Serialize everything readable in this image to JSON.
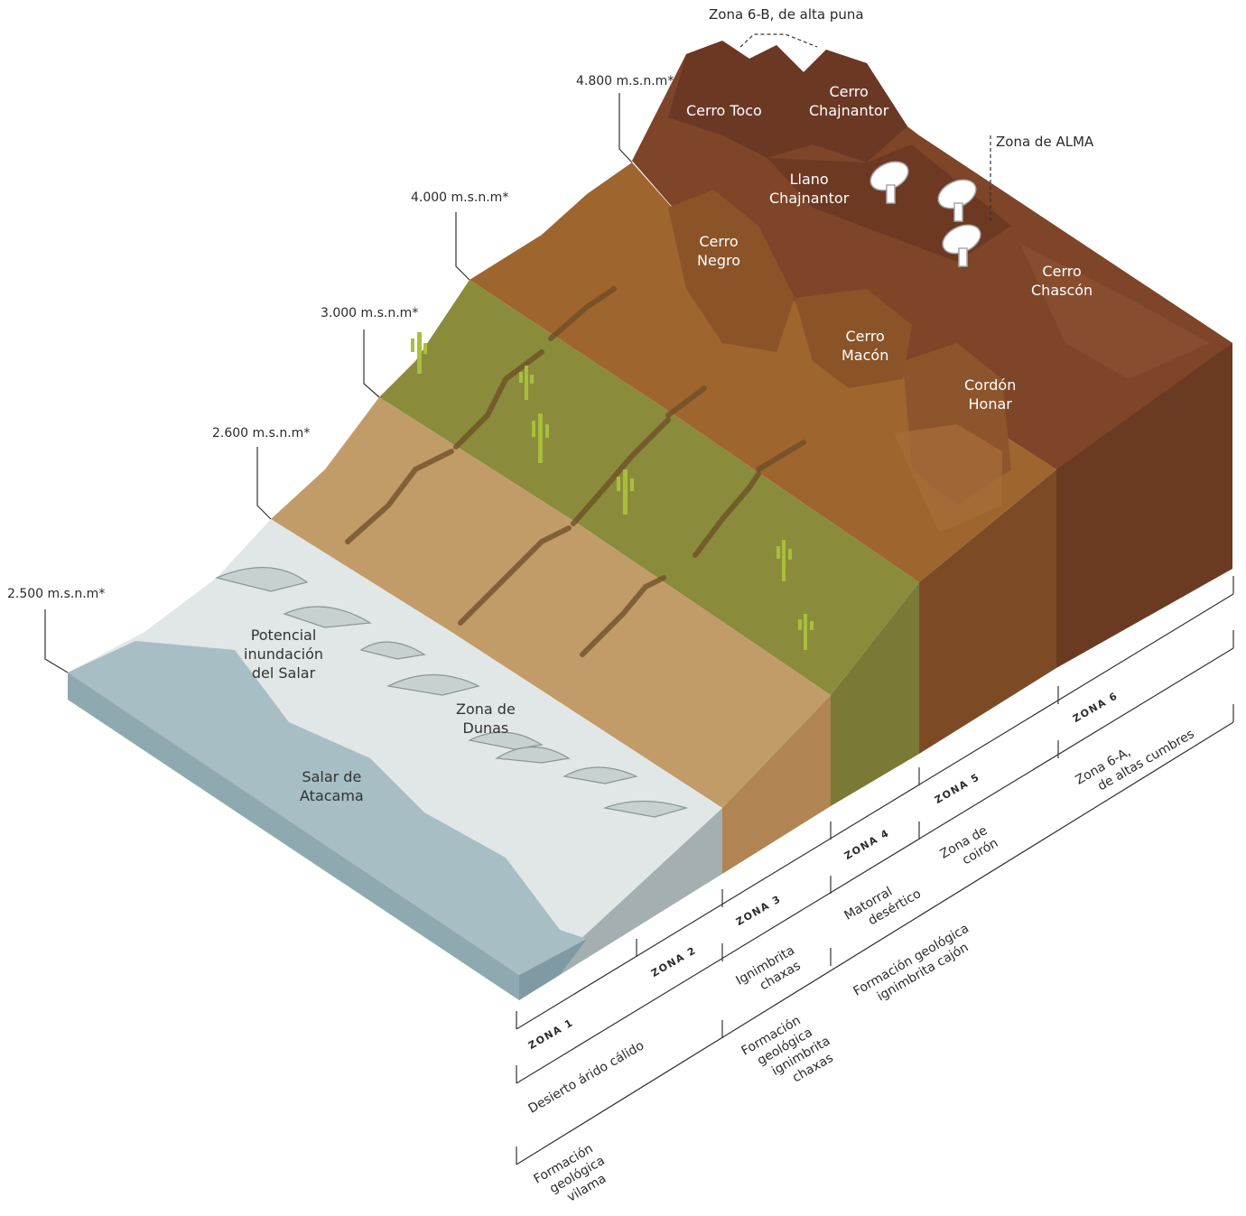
{
  "title": "Zona 6-B, de alta puna",
  "alma_zone": {
    "prefix": "Zona de ",
    "name": "ALMA"
  },
  "altitudes": [
    "2.500 m.s.n.m*",
    "2.600 m.s.n.m*",
    "3.000 m.s.n.m*",
    "4.000 m.s.n.m*",
    "4.800 m.s.n.m*"
  ],
  "peaks": {
    "toco": "Cerro Toco",
    "chajnantor_1": "Cerro",
    "chajnantor_2": "Chajnantor",
    "llano_1": "Llano",
    "llano_2": "Chajnantor",
    "negro_1": "Cerro",
    "negro_2": "Negro",
    "chascon_1": "Cerro",
    "chascon_2": "Chascón",
    "macon_1": "Cerro",
    "macon_2": "Macón",
    "honar_1": "Cordón",
    "honar_2": "Honar"
  },
  "surface": {
    "inundacion_1": "Potencial",
    "inundacion_2": "inundación",
    "inundacion_3": "del Salar",
    "dunas_1": "Zona de",
    "dunas_2": "Dunas",
    "salar_1": "Salar de",
    "salar_2": "Atacama"
  },
  "zones": [
    "ZONA 1",
    "ZONA 2",
    "ZONA 3",
    "ZONA 4",
    "ZONA 5",
    "ZONA 6"
  ],
  "vegetation": {
    "desierto": "Desierto árido cálido",
    "ignimbrita_1": "Ignimbrita",
    "ignimbrita_2": "chaxas",
    "matorral_1": "Matorral",
    "matorral_2": "desértico",
    "coiron_1": "Zona de",
    "coiron_2": "coirón",
    "cumbres_1": "Zona 6-A,",
    "cumbres_2": "de altas cumbres"
  },
  "geology": {
    "vilama_1": "Formación",
    "vilama_2": "geológica",
    "vilama_3": "vilama",
    "chaxas_1": "Formación",
    "chaxas_2": "geológica",
    "chaxas_3": "ignimbrita",
    "chaxas_4": "chaxas",
    "cajon_1": "Formación geológica",
    "cajon_2": "ignimbrita cajón"
  },
  "colors": {
    "salar": "#a6bec4",
    "dunes": "#e1e6e6",
    "zone2": "#c19c69",
    "zone3": "#8a8c3c",
    "zone4": "#a0652c",
    "zone6": "#7e4529",
    "cactus": "#a9be3c"
  },
  "icons": [
    "cactus-icon",
    "radio-telescope-icon"
  ]
}
